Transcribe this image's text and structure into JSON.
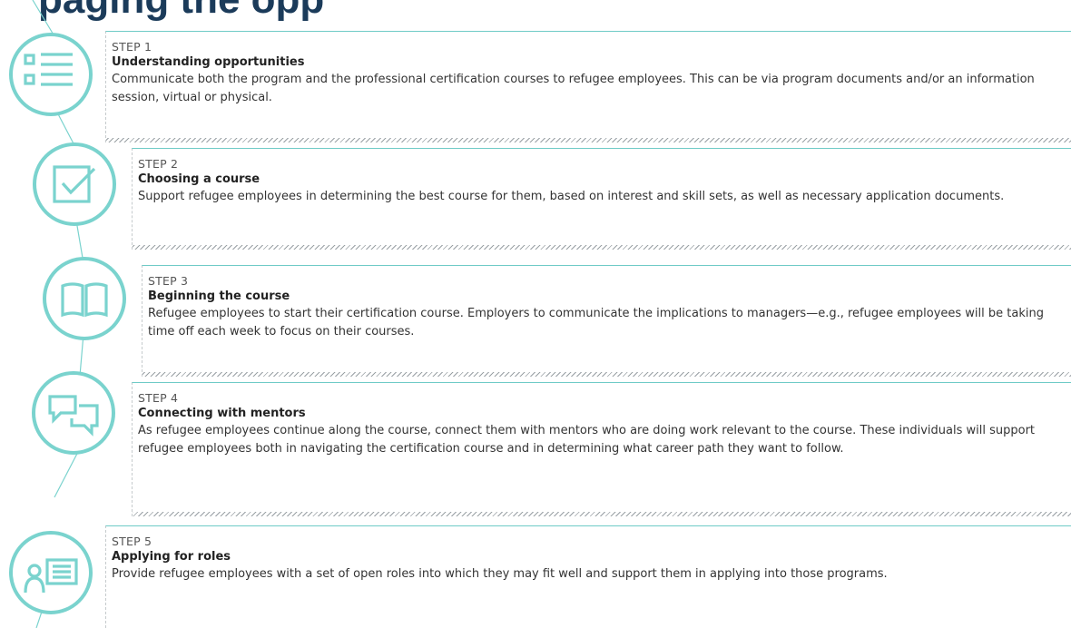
{
  "page": {
    "title_fragment": "paging the opp"
  },
  "steps": [
    {
      "label": "STEP 1",
      "title": "Understanding opportunities",
      "description": "Communicate both the program and the professional certification courses to refugee employees. This can be via program documents and/or an information session, virtual or physical.",
      "icon": "checklist-icon"
    },
    {
      "label": "STEP 2",
      "title": "Choosing a course",
      "description": "Support refugee employees in determining the best course for them, based on interest and skill sets, as well as necessary application documents.",
      "icon": "checkbox-icon"
    },
    {
      "label": "STEP 3",
      "title": "Beginning the course",
      "description": "Refugee employees to start their certification course. Employers to communicate the implications to managers—e.g., refugee employees will be taking time off each week to focus on their courses.",
      "icon": "open-book-icon"
    },
    {
      "label": "STEP 4",
      "title": "Connecting with mentors",
      "description": "As refugee employees continue along the course, connect them with mentors who are doing work relevant to the course. These individuals will support refugee employees both in navigating the certification course and in determining what career path they want to follow.",
      "icon": "chat-bubbles-icon"
    },
    {
      "label": "STEP 5",
      "title": "Applying for roles",
      "description": "Provide refugee employees with a set of open roles into which they may fit well and support them in applying into those programs.",
      "icon": "person-resume-icon"
    }
  ],
  "colors": {
    "accent": "#7ad3ce",
    "title": "#1b3b5a",
    "text": "#333333"
  }
}
